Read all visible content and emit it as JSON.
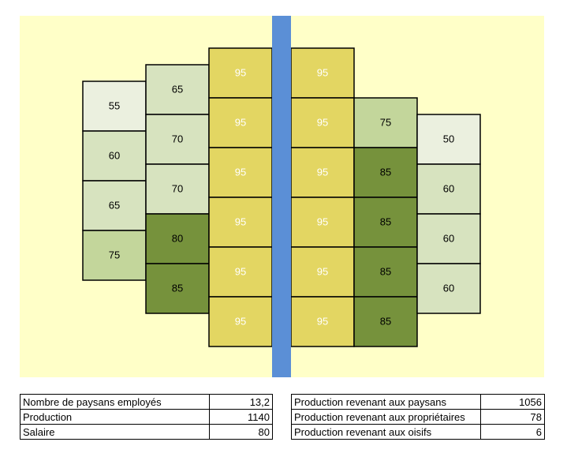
{
  "colors": {
    "background": "#ffffc8",
    "river": "#5b8fd6",
    "level_50_65": "#ebf0df",
    "level_60_70": "#d7e3bf",
    "level_75": "#c3d69b",
    "level_80_85": "#76923c",
    "level_95": "#e3d662",
    "text_light": "#ffffff",
    "text_dark": "#000000"
  },
  "parcels": {
    "left": [
      {
        "column": 1,
        "values": [
          55,
          60,
          65,
          75
        ]
      },
      {
        "column": 2,
        "values": [
          65,
          70,
          70,
          80,
          85
        ]
      },
      {
        "column": 3,
        "values": [
          95,
          95,
          95,
          95,
          95,
          95
        ]
      }
    ],
    "right": [
      {
        "column": 1,
        "values": [
          95,
          95,
          95,
          95,
          95,
          95
        ]
      },
      {
        "column": 2,
        "values": [
          75,
          85,
          85,
          85,
          85
        ]
      },
      {
        "column": 3,
        "values": [
          50,
          60,
          60,
          60
        ]
      }
    ]
  },
  "table_left": {
    "rows": [
      {
        "label": "Nombre de paysans employés",
        "value": "13,2"
      },
      {
        "label": "Production",
        "value": "1140"
      },
      {
        "label": "Salaire",
        "value": "80"
      }
    ]
  },
  "table_right": {
    "rows": [
      {
        "label": "Production revenant aux paysans",
        "value": "1056"
      },
      {
        "label": "Production revenant aux propriétaires",
        "value": "78"
      },
      {
        "label": "Production revenant aux oisifs",
        "value": "6"
      }
    ]
  }
}
